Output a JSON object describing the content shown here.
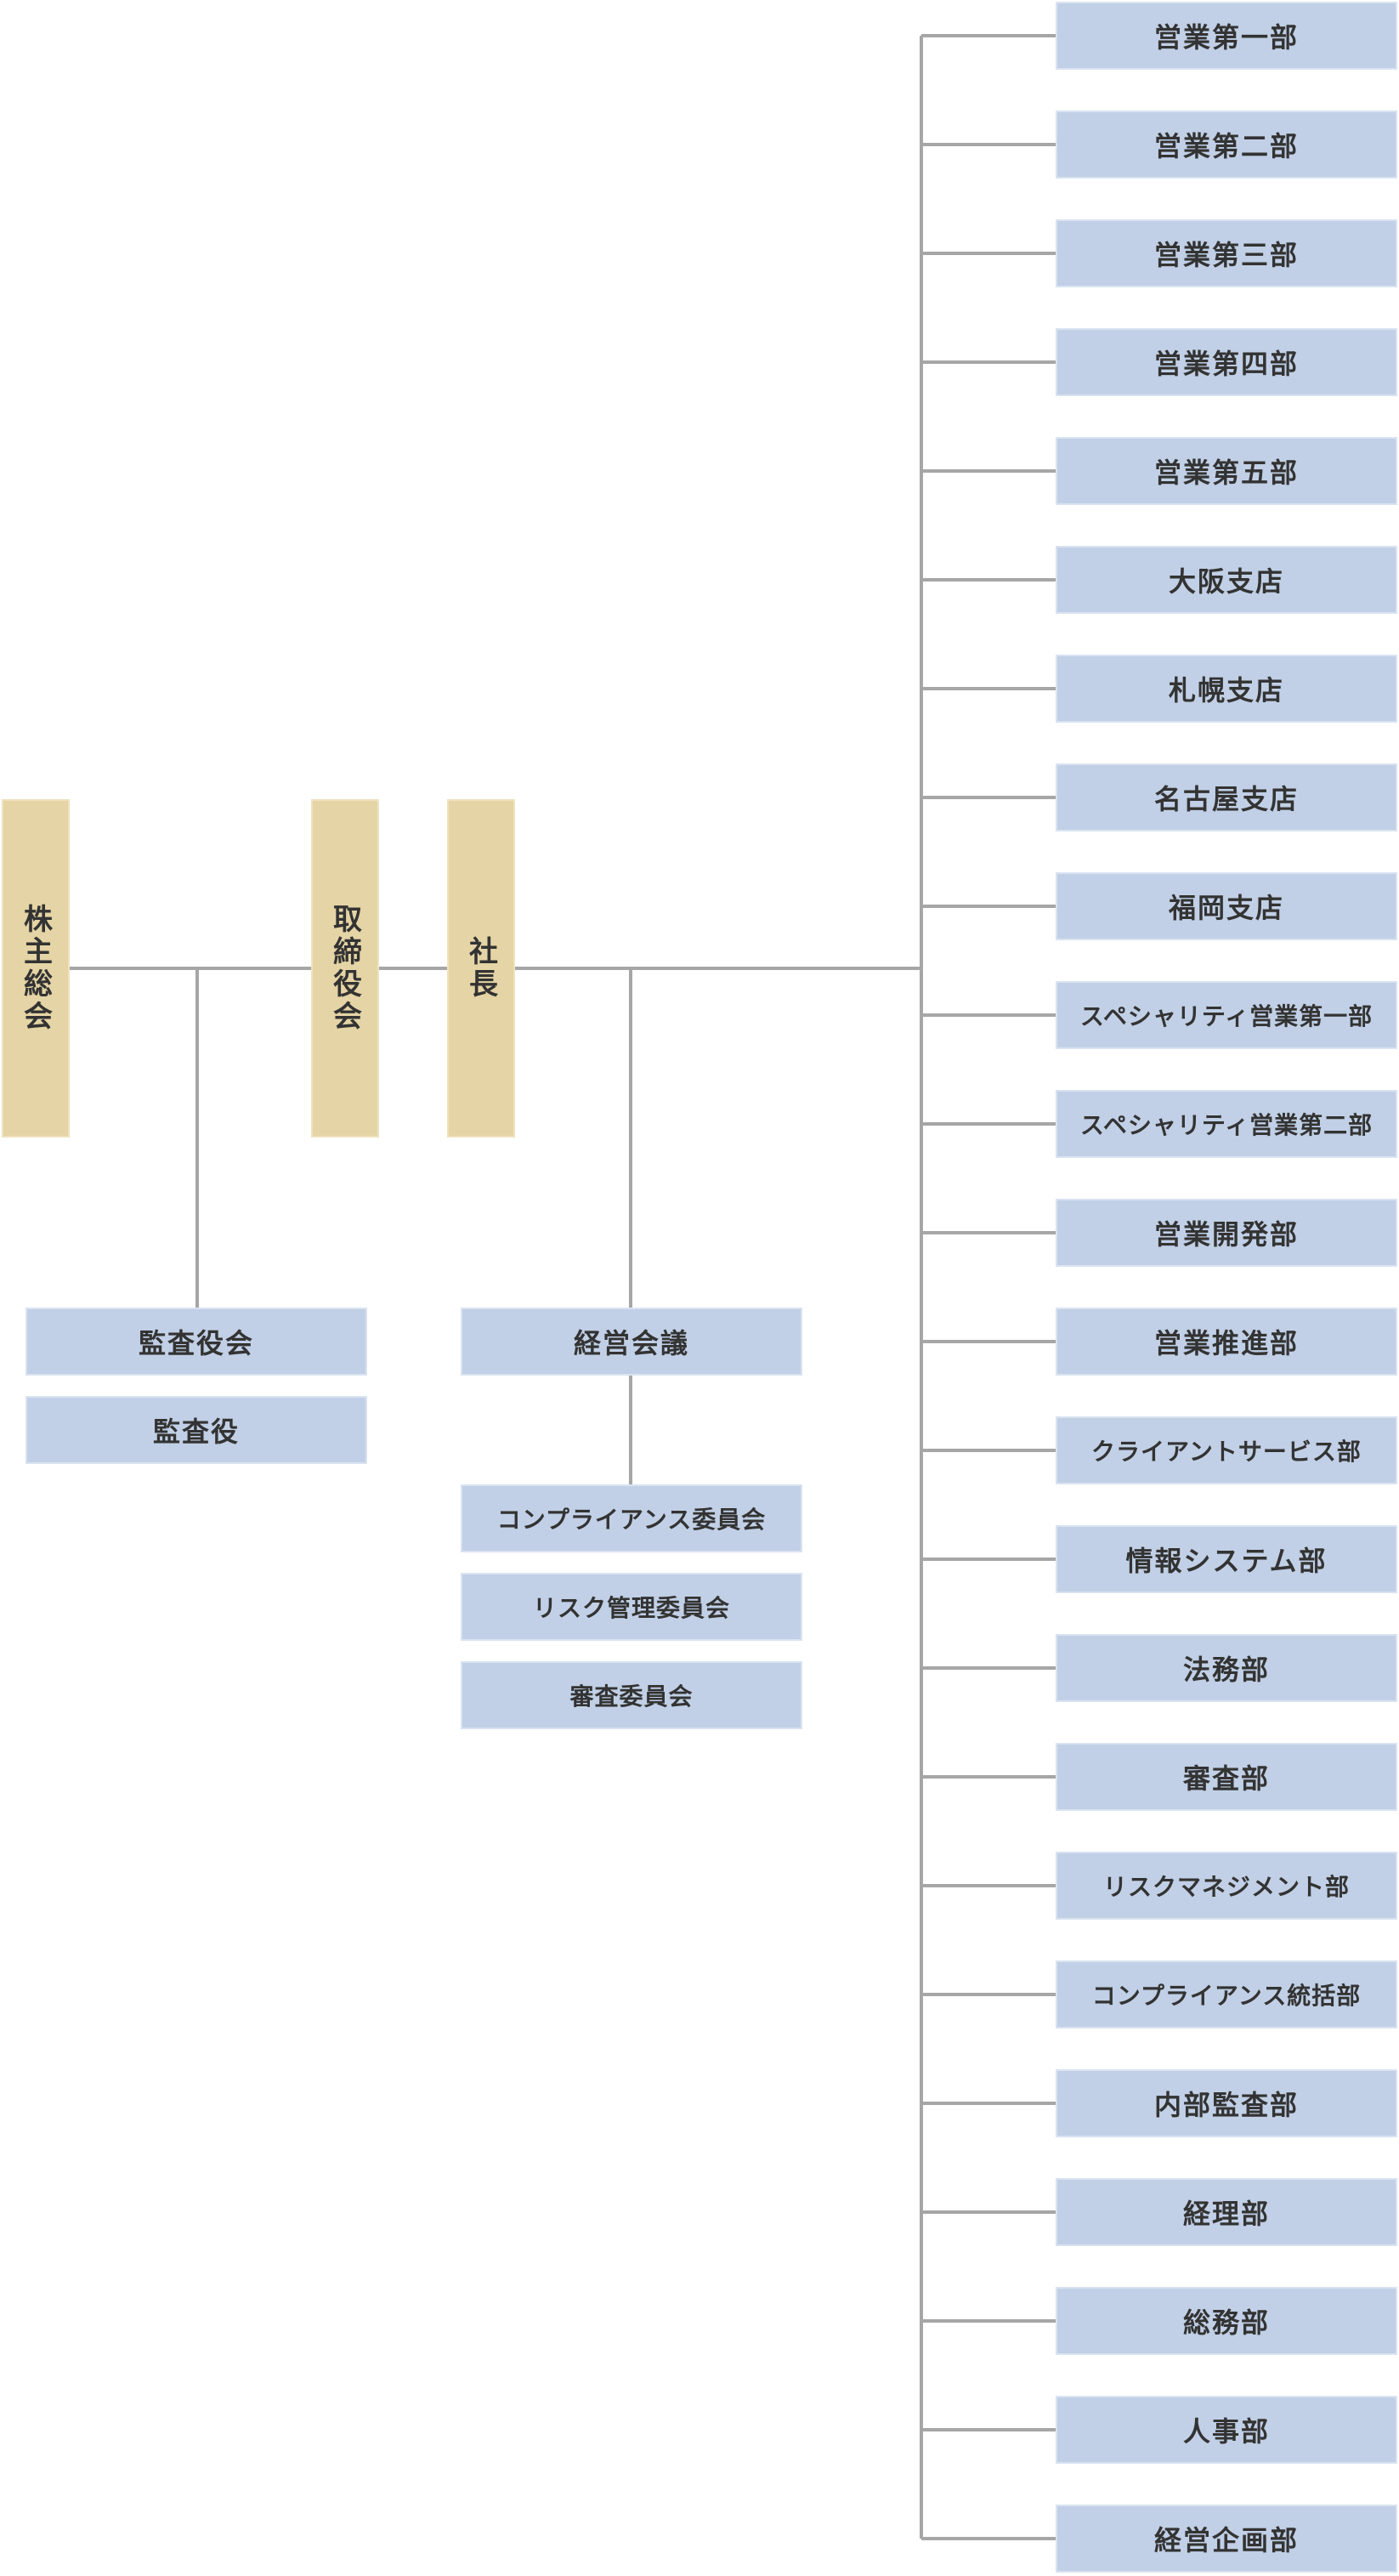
{
  "top_chain": [
    {
      "name": "shareholders-meeting",
      "label": "株主総会"
    },
    {
      "name": "board-of-directors",
      "label": "取締役会"
    },
    {
      "name": "president",
      "label": "社長"
    }
  ],
  "audit_group": [
    "監査役会",
    "監査役"
  ],
  "management_meeting": "経営会議",
  "committees": [
    "コンプライアンス委員会",
    "リスク管理委員会",
    "審査委員会"
  ],
  "departments": [
    "営業第一部",
    "営業第二部",
    "営業第三部",
    "営業第四部",
    "営業第五部",
    "大阪支店",
    "札幌支店",
    "名古屋支店",
    "福岡支店",
    "スペシャリティ営業第一部",
    "スペシャリティ営業第二部",
    "営業開発部",
    "営業推進部",
    "クライアントサービス部",
    "情報システム部",
    "法務部",
    "審査部",
    "リスクマネジメント部",
    "コンプライアンス統括部",
    "内部監査部",
    "経理部",
    "総務部",
    "人事部",
    "経営企画部"
  ],
  "colors": {
    "executive_box": "#e5d4a5",
    "unit_box": "#c1d0e6",
    "connector": "#a6a6a6"
  }
}
